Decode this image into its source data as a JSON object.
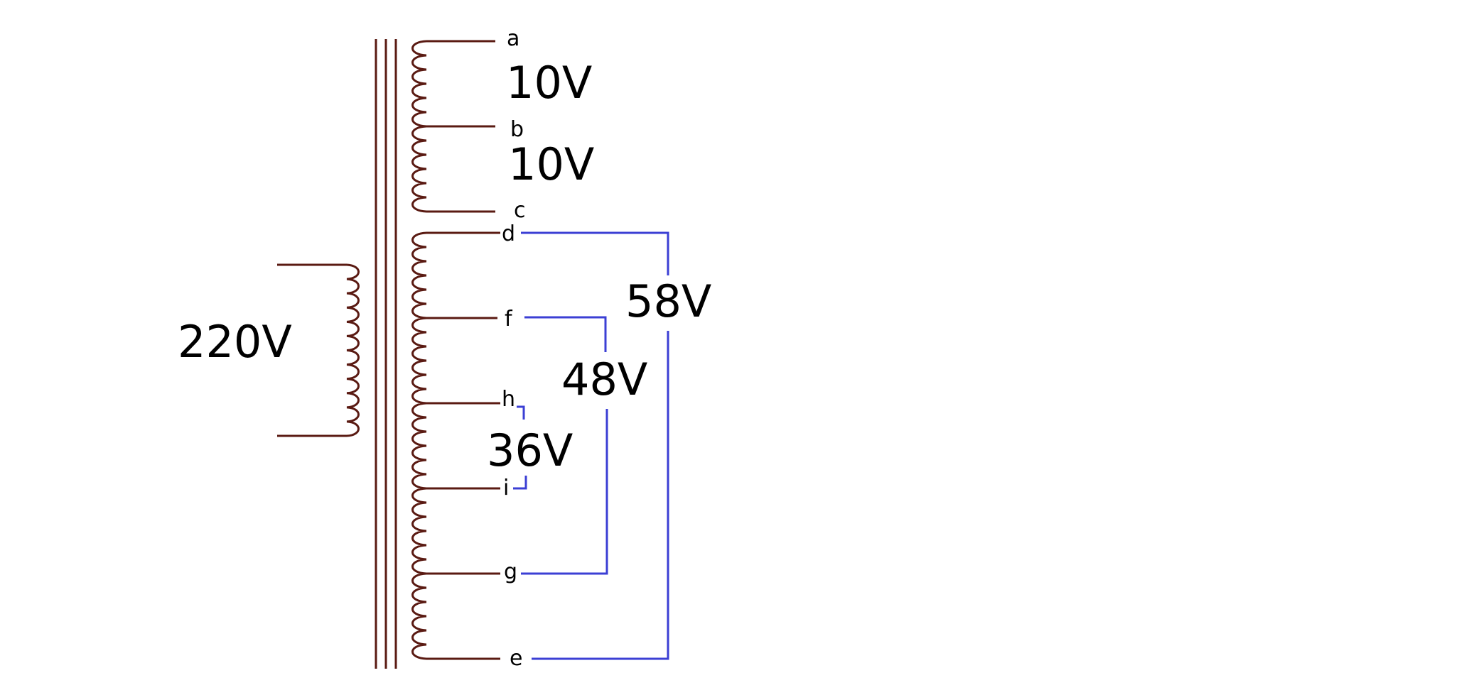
{
  "colors": {
    "winding": "#5a1a12",
    "core": "#5a1a12",
    "bracket": "#3b3fd4",
    "text": "#000000",
    "background": "#ffffff"
  },
  "primary": {
    "voltage": "220V"
  },
  "secondary_upper": {
    "taps": [
      "a",
      "b",
      "c"
    ],
    "voltages": [
      "10V",
      "10V"
    ]
  },
  "secondary_lower": {
    "taps": [
      "d",
      "f",
      "h",
      "i",
      "g",
      "e"
    ]
  },
  "brackets": {
    "outer": {
      "from": "d",
      "to": "e",
      "voltage": "58V"
    },
    "middle": {
      "from": "f",
      "to": "g",
      "voltage": "48V"
    },
    "inner": {
      "from": "h",
      "to": "i",
      "voltage": "36V"
    }
  }
}
